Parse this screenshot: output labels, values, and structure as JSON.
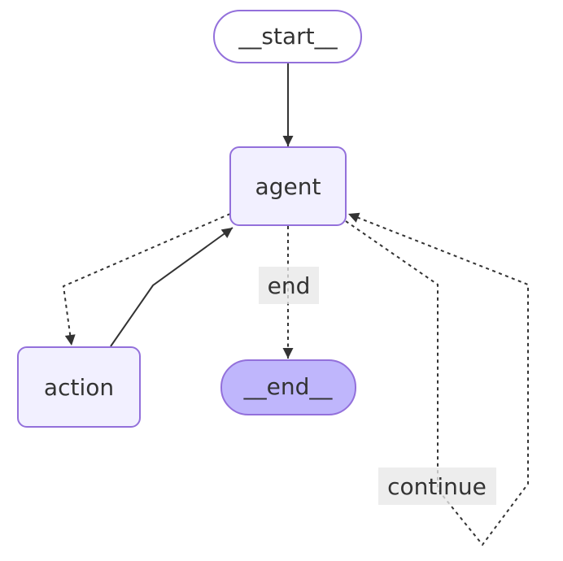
{
  "diagram": {
    "nodes": {
      "start": {
        "label": "__start__",
        "shape": "stadium"
      },
      "agent": {
        "label": "agent",
        "shape": "rounded-rect"
      },
      "action": {
        "label": "action",
        "shape": "rounded-rect"
      },
      "end": {
        "label": "__end__",
        "shape": "stadium"
      }
    },
    "edges": [
      {
        "from": "__start__",
        "to": "agent",
        "style": "solid"
      },
      {
        "from": "agent",
        "to": "action",
        "style": "dotted"
      },
      {
        "from": "action",
        "to": "agent",
        "style": "solid"
      },
      {
        "from": "agent",
        "to": "__end__",
        "style": "dotted",
        "label": "end"
      },
      {
        "from": "agent",
        "to": "agent",
        "style": "dotted",
        "label": "continue"
      }
    ],
    "edge_labels": {
      "end": "end",
      "continue": "continue"
    },
    "colors": {
      "canvas_bg": "#ffffff",
      "node_border": "#9370db",
      "node_fill_default": "#f2f0ff",
      "node_fill_start": "#ffffff",
      "node_fill_end": "#bfb6fc",
      "edge_stroke": "#333333",
      "text": "#333333",
      "edge_label_bg": "#e8e8e8"
    }
  }
}
